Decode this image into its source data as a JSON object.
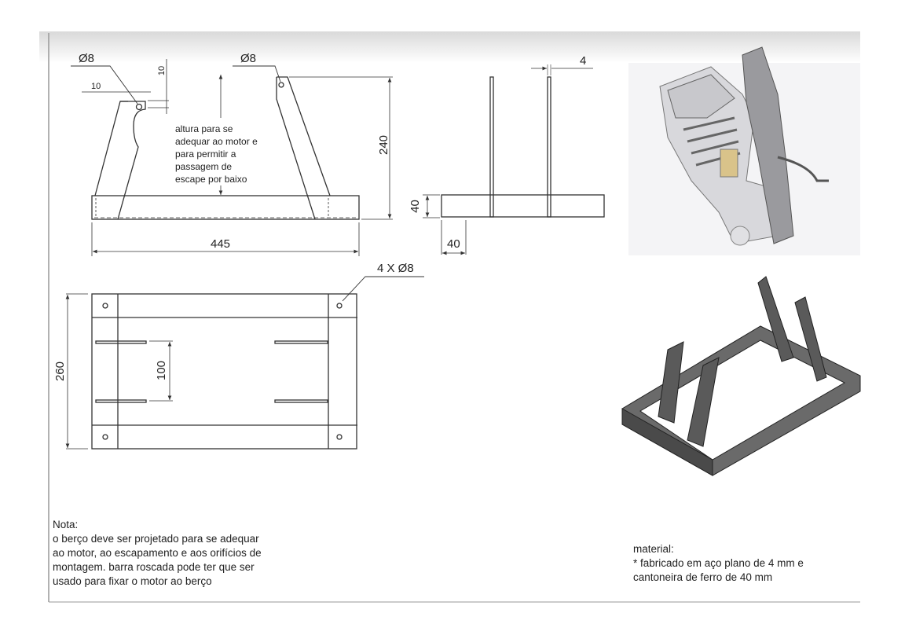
{
  "side_view": {
    "hole_left": "Ø8",
    "hole_right": "Ø8",
    "dim_10_vertical": "10",
    "dim_10_horizontal": "10",
    "dim_height": "240",
    "dim_length": "445",
    "annotation": [
      "altura para se",
      "adequar ao motor e",
      "para permitir a",
      "passagem de",
      "escape por baixo"
    ]
  },
  "front_view": {
    "dim_thickness": "4",
    "dim_height": "40",
    "dim_width": "40"
  },
  "top_view": {
    "holes": "4 X Ø8",
    "dim_width": "260",
    "dim_spacing": "100"
  },
  "note": {
    "title": "Nota:",
    "lines": [
      "o berço deve ser projetado para se adequar",
      "ao motor, ao escapamento e aos orifícios de",
      "montagem. barra roscada pode ter que ser",
      "usado para fixar o motor ao berço"
    ]
  },
  "material": {
    "title": "material:",
    "lines": [
      "* fabricado em aço plano de 4 mm e",
      "cantoneira de ferro de 40 mm"
    ]
  },
  "colors": {
    "line": "#333333",
    "frame_3d": "#5a5a5a"
  }
}
